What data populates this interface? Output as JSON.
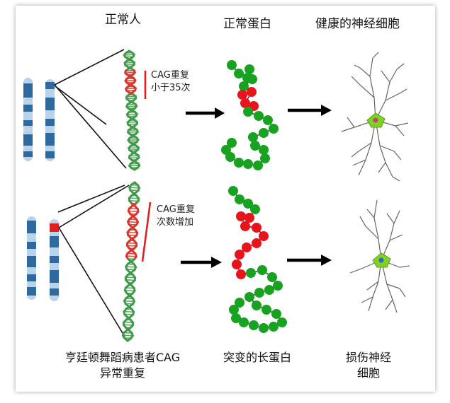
{
  "headers": {
    "normal_person": "正常人",
    "normal_protein": "正常蛋白",
    "healthy_neuron": "健康的神经细胞"
  },
  "normal_row": {
    "cag_line1": "CAG重复",
    "cag_line2": "小于35次"
  },
  "disease_row": {
    "cag_line1": "CAG重复",
    "cag_line2": "次数增加"
  },
  "captions": {
    "patient_line1": "亨廷顿舞蹈病患者CAG",
    "patient_line2": "异常重复",
    "mutant_protein": "突变的长蛋白",
    "damaged_line1": "损伤神经",
    "damaged_line2": "细胞"
  },
  "colors": {
    "chromosome_blue": "#2f6a9e",
    "chromosome_light": "#b9d3ea",
    "dna_green": "#3f9b4a",
    "dna_red": "#d9362c",
    "protein_green": "#17a31f",
    "protein_red": "#e8141c",
    "cag_bar": "#e02020",
    "neuron_body": "#7ed321"
  }
}
